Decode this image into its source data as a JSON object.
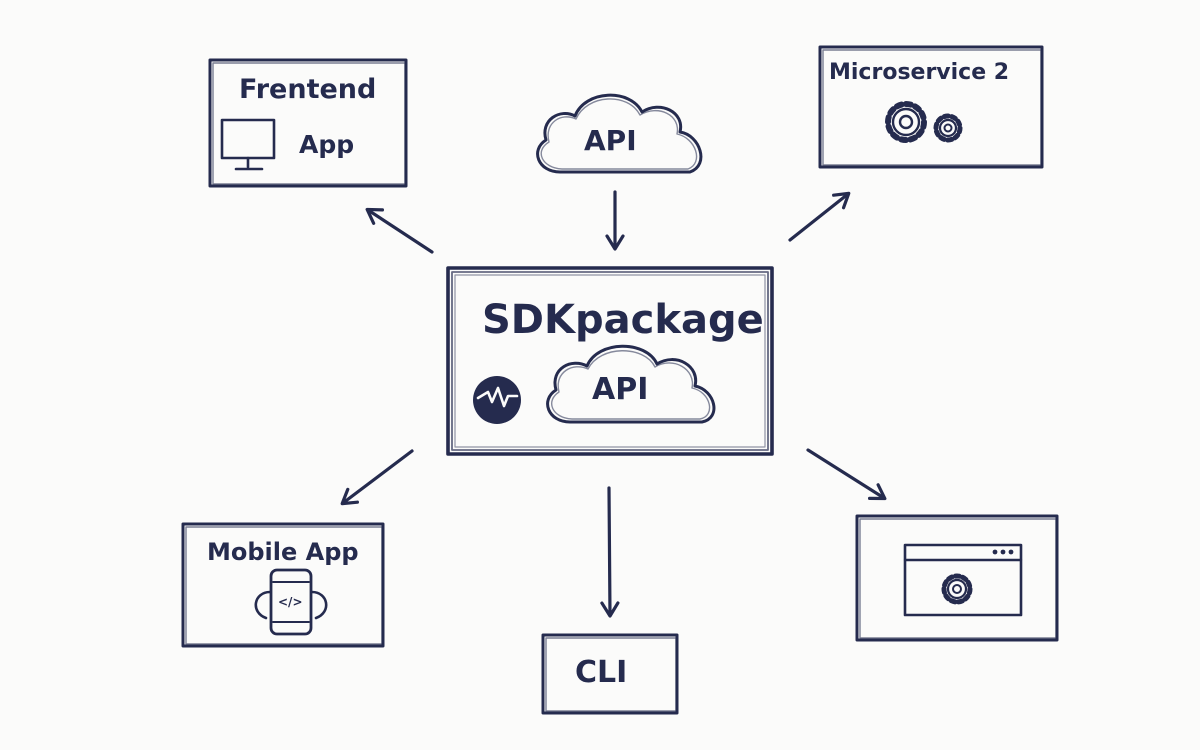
{
  "colors": {
    "ink": "#252b4e",
    "background": "#fbfbfa"
  },
  "nodes": {
    "frontend": {
      "title": "Frentend",
      "subtitle": "App",
      "icon": "monitor-icon"
    },
    "api_cloud": {
      "label": "API",
      "icon": "cloud-icon"
    },
    "microservice": {
      "title": "Microservice 2",
      "icon": "gears-icon"
    },
    "sdk": {
      "title": "SDKpackage",
      "api_label": "API",
      "icon": "cloud-icon",
      "logo": "sdk-logo"
    },
    "mobile": {
      "title": "Mobile App",
      "icon": "phone-code-icon",
      "code_glyph": "</>"
    },
    "cli": {
      "label": "CLI"
    },
    "browser": {
      "icon": "browser-window-gear-icon"
    }
  },
  "edges": [
    {
      "from": "api_cloud",
      "to": "sdk"
    },
    {
      "from": "sdk",
      "to": "frontend"
    },
    {
      "from": "sdk",
      "to": "microservice"
    },
    {
      "from": "sdk",
      "to": "mobile"
    },
    {
      "from": "sdk",
      "to": "cli"
    },
    {
      "from": "sdk",
      "to": "browser"
    }
  ]
}
